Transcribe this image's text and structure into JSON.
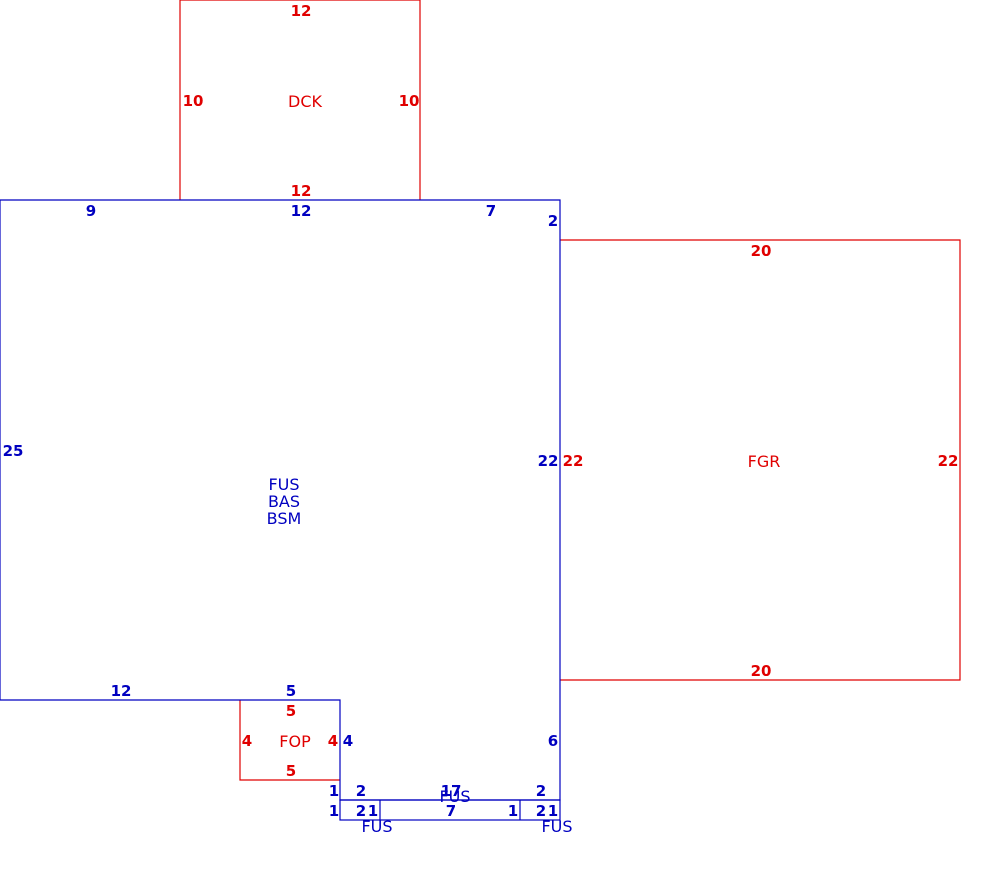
{
  "colors": {
    "main": "#0000c0",
    "attached": "#e00000"
  },
  "main_structure": {
    "codes": [
      "FUS",
      "BAS",
      "BSM"
    ],
    "dims": {
      "top_left": "9",
      "top_mid": "12",
      "top_right": "7",
      "right_top": "2",
      "left": "25",
      "right": "22",
      "bottom_left": "12",
      "bottom_mid": "5",
      "step_left": "4",
      "right_low": "6"
    }
  },
  "deck": {
    "code": "DCK",
    "dims": {
      "top": "12",
      "bottom": "12",
      "left": "10",
      "right": "10"
    }
  },
  "garage": {
    "code": "FGR",
    "dims": {
      "top": "20",
      "bottom": "20",
      "left": "22",
      "right": "22"
    }
  },
  "porch": {
    "code": "FOP",
    "dims": {
      "top": "5",
      "bottom": "5",
      "left": "4",
      "right": "4"
    }
  },
  "bottom_strip": {
    "code_top": "FUS",
    "code_top_overlap": "17",
    "code_left": "FUS",
    "code_right": "FUS",
    "dims": {
      "left_a": "1",
      "left_b": "1",
      "left_top2": "2",
      "left_cell": "2",
      "left_cell1": "1",
      "mid": "7",
      "right_top2": "2",
      "right_pre": "1",
      "right_cell": "2",
      "right_cell1": "1"
    }
  }
}
